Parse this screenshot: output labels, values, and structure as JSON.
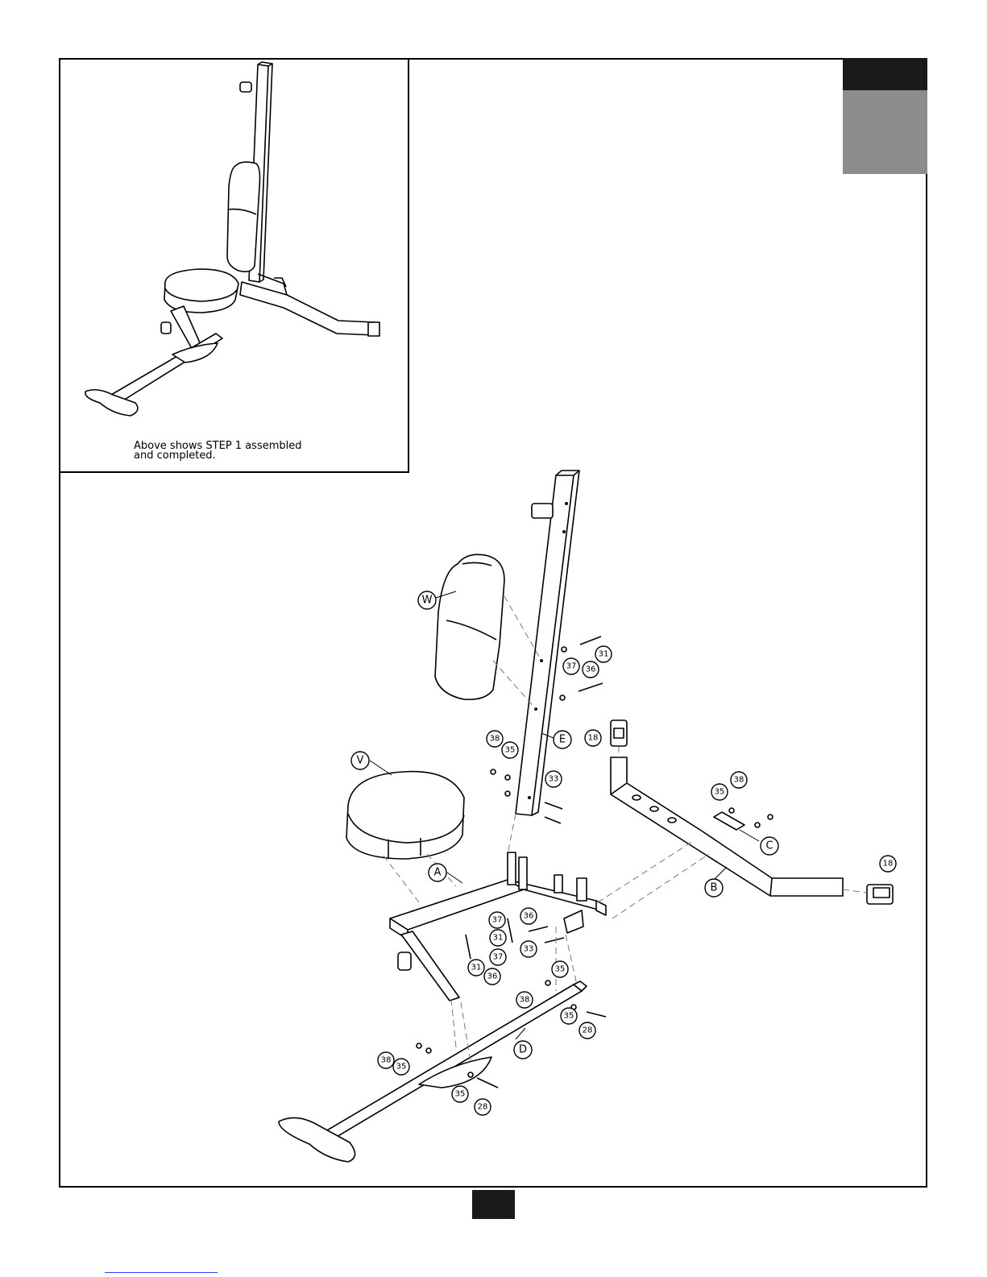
{
  "inset": {
    "caption": "Above shows STEP 1 assembled\nand completed."
  },
  "page_number": "",
  "step_tab": "",
  "parts": {
    "W": "W",
    "V": "V",
    "E": "E",
    "A": "A",
    "B": "B",
    "C": "C",
    "D": "D",
    "h18a": "18",
    "h18b": "18",
    "h31a": "31",
    "h31b": "31",
    "h31c": "31",
    "h36a": "36",
    "h36b": "36",
    "h36c": "36",
    "h37a": "37",
    "h37b": "37",
    "h37c": "37",
    "h38a": "38",
    "h38b": "38",
    "h38c": "38",
    "h38d": "38",
    "h35a": "35",
    "h35b": "35",
    "h35c": "35",
    "h35d": "35",
    "h35e": "35",
    "h35f": "35",
    "h33a": "33",
    "h33b": "33",
    "h28a": "28",
    "h28b": "28"
  }
}
